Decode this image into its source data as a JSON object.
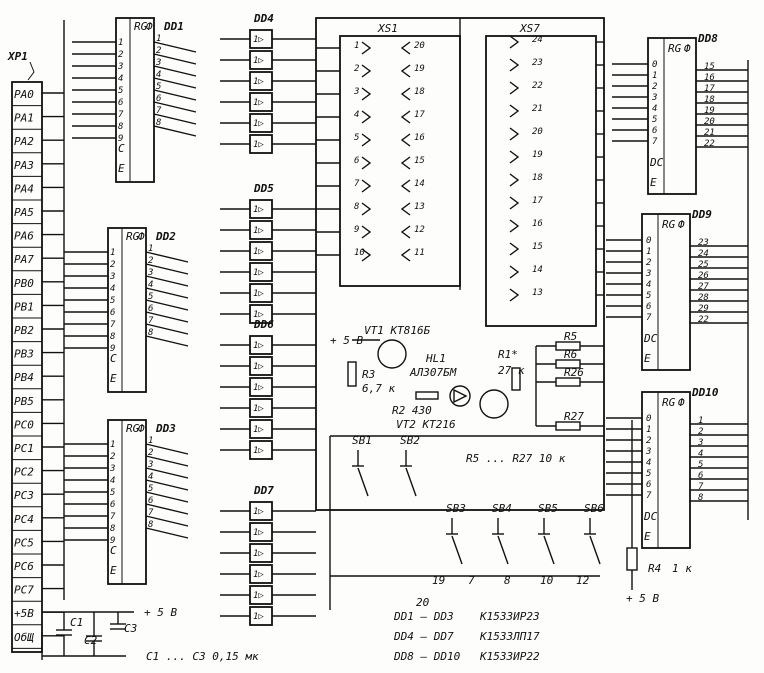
{
  "connector_xp1": {
    "designator": "XP1",
    "pins": [
      "PA0",
      "PA1",
      "PA2",
      "PA3",
      "PA4",
      "PA5",
      "PA6",
      "PA7",
      "PB0",
      "PB1",
      "PB2",
      "PB3",
      "PB4",
      "PB5",
      "PC0",
      "PC1",
      "PC2",
      "PC3",
      "PC4",
      "PC5",
      "PC6",
      "PC7",
      "+5B",
      "ОбЩ"
    ]
  },
  "registers": [
    {
      "name": "DD1",
      "func": "RG",
      "out_mark": "Ф",
      "inputs": [
        "1",
        "2",
        "3",
        "4",
        "5",
        "6",
        "7",
        "8",
        "9"
      ],
      "outputs": [
        "1",
        "2",
        "3",
        "4",
        "5",
        "6",
        "7",
        "8"
      ],
      "ctl": [
        "C",
        "E"
      ]
    },
    {
      "name": "DD2",
      "func": "RG",
      "out_mark": "Ф",
      "inputs": [
        "1",
        "2",
        "3",
        "4",
        "5",
        "6",
        "7",
        "8",
        "9"
      ],
      "outputs": [
        "1",
        "2",
        "3",
        "4",
        "5",
        "6",
        "7",
        "8"
      ],
      "ctl": [
        "C",
        "E"
      ]
    },
    {
      "name": "DD3",
      "func": "RG",
      "out_mark": "Ф",
      "inputs": [
        "1",
        "2",
        "3",
        "4",
        "5",
        "6",
        "7",
        "8",
        "9"
      ],
      "outputs": [
        "1",
        "2",
        "3",
        "4",
        "5",
        "6",
        "7",
        "8"
      ],
      "ctl": [
        "C",
        "E"
      ]
    },
    {
      "name": "DD8",
      "func": "RG",
      "out_mark": "Ф",
      "inputs": [
        "0",
        "1",
        "2",
        "3",
        "4",
        "5",
        "6",
        "7"
      ],
      "outputs": [
        "15",
        "16",
        "17",
        "18",
        "19",
        "20",
        "21",
        "22"
      ],
      "ctl": [
        "DC",
        "E"
      ]
    },
    {
      "name": "DD9",
      "func": "RG",
      "out_mark": "Ф",
      "inputs": [
        "0",
        "1",
        "2",
        "3",
        "4",
        "5",
        "6",
        "7"
      ],
      "outputs": [
        "23",
        "24",
        "25",
        "26",
        "27",
        "28",
        "29",
        "22"
      ],
      "ctl": [
        "DC",
        "E"
      ]
    },
    {
      "name": "DD10",
      "func": "RG",
      "out_mark": "Ф",
      "inputs": [
        "0",
        "1",
        "2",
        "3",
        "4",
        "5",
        "6",
        "7"
      ],
      "outputs": [
        "1",
        "2",
        "3",
        "4",
        "5",
        "6",
        "7",
        "8"
      ],
      "ctl": [
        "DC",
        "E"
      ]
    }
  ],
  "buffers": [
    {
      "name": "DD4",
      "cell": "1▷"
    },
    {
      "name": "DD5",
      "cell": "1▷"
    },
    {
      "name": "DD6",
      "cell": "1▷"
    },
    {
      "name": "DD7",
      "cell": "1▷"
    }
  ],
  "sockets": {
    "left": "XS1",
    "right": "XS7",
    "left_numbers": [
      "1",
      "2",
      "3",
      "4",
      "5",
      "6",
      "7",
      "8",
      "9",
      "10"
    ],
    "mid_numbers": [
      "20",
      "19",
      "18",
      "17",
      "16",
      "15",
      "14",
      "13",
      "12",
      "11"
    ],
    "right_numbers": [
      "24",
      "23",
      "22",
      "21",
      "20",
      "19",
      "18",
      "17",
      "16",
      "15",
      "14",
      "13"
    ]
  },
  "components": {
    "vt1": "VT1  KT816Б",
    "hl1": "HL1",
    "hl1_type": "АЛ307БМ",
    "r1": "R1*",
    "r1_val": "27 к",
    "r3": "R3",
    "r3_val": "6,7 к",
    "r2": "R2  430",
    "vt2": "VT2  KT216",
    "r5": "R5",
    "r6": "R6",
    "r26": "R26",
    "r27": "R27",
    "r5r27": "R5 ... R27  10 к",
    "r4": "R4",
    "r4_val": "1 к",
    "plus5": "+ 5 В",
    "c1": "C1",
    "c2": "C2",
    "c3": "C3",
    "c_note": "C1 ... C3  0,15 мк"
  },
  "switches": [
    "SB1",
    "SB2",
    "SB3",
    "SB4",
    "SB5",
    "SB6"
  ],
  "bus_numbers": [
    "19",
    "7",
    "8",
    "10",
    "12",
    "20"
  ],
  "legend": [
    {
      "chips": "DD1 – DD3",
      "part": "К1533ИР23"
    },
    {
      "chips": "DD4 – DD7",
      "part": "К1533ЛП17"
    },
    {
      "chips": "DD8 – DD10",
      "part": "К1533ИР22"
    }
  ]
}
